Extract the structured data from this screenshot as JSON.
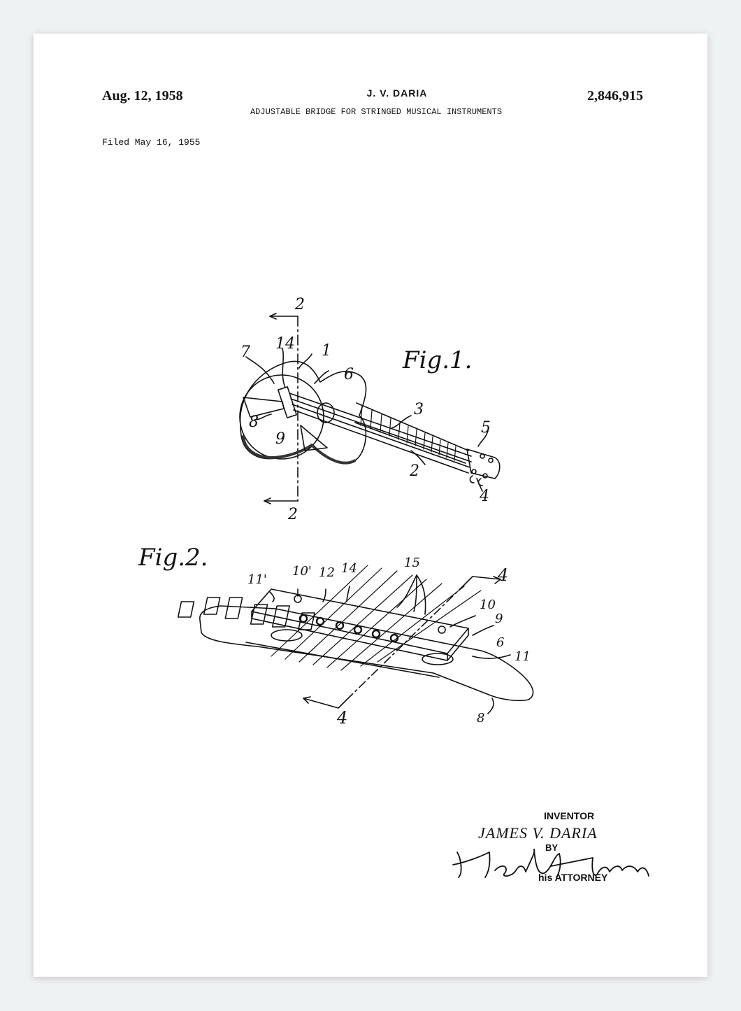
{
  "header": {
    "date": "Aug. 12, 1958",
    "inventor": "J. V. DARIA",
    "patent_number": "2,846,915",
    "title": "ADJUSTABLE BRIDGE FOR STRINGED MUSICAL INSTRUMENTS",
    "filed": "Filed May 16, 1955"
  },
  "figures": {
    "fig1_label": "Fig.1.",
    "fig2_label": "Fig.2.",
    "fig1_refs": [
      "2",
      "14",
      "7",
      "1",
      "6",
      "3",
      "8",
      "9",
      "5",
      "2",
      "4",
      "2"
    ],
    "fig2_refs": [
      "11'",
      "10'",
      "12",
      "14",
      "15",
      "4",
      "10",
      "9",
      "6",
      "11",
      "8",
      "4"
    ]
  },
  "signature": {
    "inventor_label": "INVENTOR",
    "inventor_name": "JAMES V. DARIA",
    "by_label": "BY",
    "attorney_signature": "Herbert H. Thompson",
    "attorney_label": "his ATTORNEY"
  }
}
